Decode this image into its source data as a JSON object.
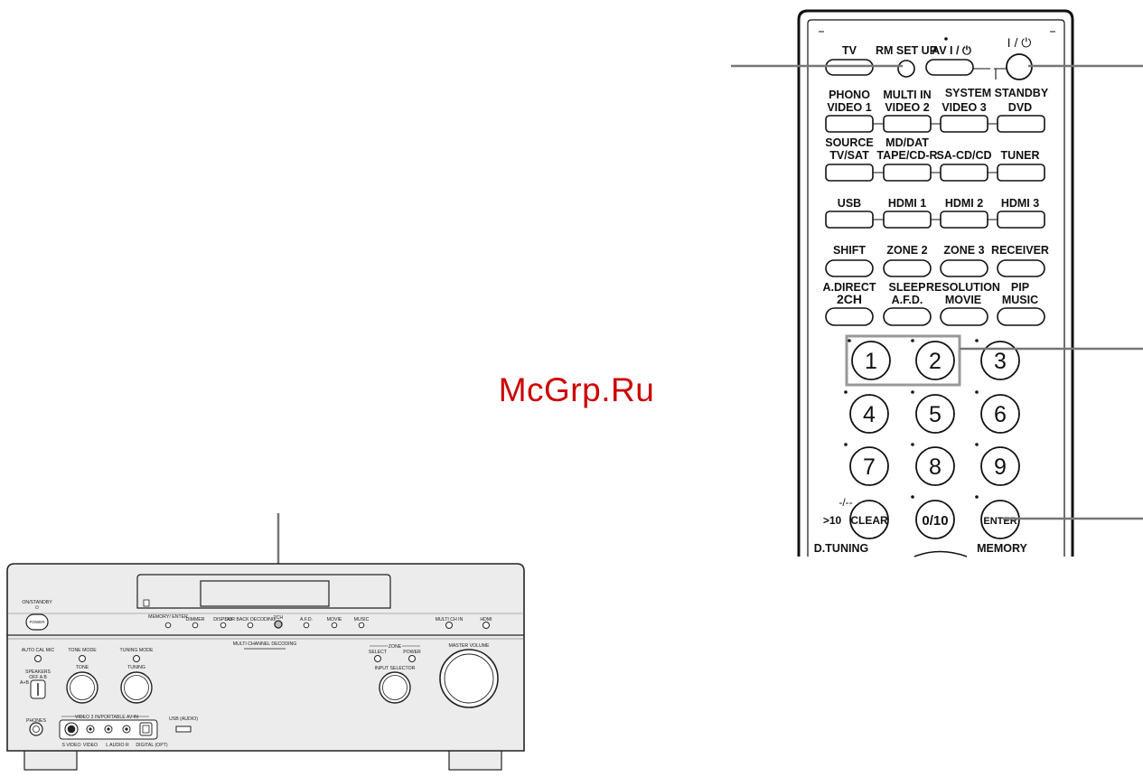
{
  "watermark": "McGrp.Ru",
  "remote": {
    "row1": {
      "tv": "TV",
      "rm_setup": "RM SET UP",
      "av_power": "AV I / ⏻",
      "power": "I / ⏻"
    },
    "system_standby": "SYSTEM STANDBY",
    "row2": [
      {
        "top": "PHONO",
        "label": "VIDEO 1"
      },
      {
        "top": "MULTI IN",
        "label": "VIDEO 2"
      },
      {
        "top": "",
        "label": "VIDEO 3"
      },
      {
        "top": "",
        "label": "DVD"
      }
    ],
    "row3": [
      {
        "top": "SOURCE",
        "label": "TV/SAT"
      },
      {
        "top": "MD/DAT",
        "label": "TAPE/CD-R"
      },
      {
        "top": "",
        "label": "SA-CD/CD"
      },
      {
        "top": "",
        "label": "TUNER"
      }
    ],
    "row4": [
      "USB",
      "HDMI 1",
      "HDMI 2",
      "HDMI 3"
    ],
    "row5": [
      "SHIFT",
      "ZONE 2",
      "ZONE 3",
      "RECEIVER"
    ],
    "row6": [
      {
        "top": "A.DIRECT",
        "label": "2CH"
      },
      {
        "top": "SLEEP",
        "label": "A.F.D."
      },
      {
        "top": "RESOLUTION",
        "label": "MOVIE"
      },
      {
        "top": "PIP",
        "label": "MUSIC"
      }
    ],
    "numbers": [
      "1",
      "2",
      "3",
      "4",
      "5",
      "6",
      "7",
      "8",
      "9"
    ],
    "clear_top": "-/--",
    "gt10": ">10",
    "clear": "CLEAR",
    "zero_ten": "0/10",
    "enter": "ENTER",
    "d_tuning": "D.TUNING",
    "memory": "MEMORY"
  },
  "receiver": {
    "on_standby": "ON/STANDBY",
    "power": "POWER",
    "memory_enter": "MEMORY/ ENTER",
    "dimmer": "DIMMER",
    "display": "DISPLAY",
    "sur_back": "SUR BACK DECODING",
    "two_ch": "2CH",
    "afd": "A.F.D.",
    "movie": "MOVIE",
    "music": "MUSIC",
    "multi_ch_in": "MULTI CH IN",
    "hdmi": "HDMI",
    "multi_channel_decoding": "MULTI CHANNEL DECODING",
    "auto_cal_mic": "AUTO CAL MIC",
    "tone_mode": "TONE MODE",
    "tuning_mode": "TUNING MODE",
    "speakers": "SPEAKERS",
    "speakers_opts": "OFF  A  B",
    "speakers_ab": "A+B",
    "tone": "TONE",
    "tuning": "TUNING",
    "zone": "ZONE",
    "select": "SELECT",
    "zone_power": "POWER",
    "input_selector": "INPUT SELECTOR",
    "master_volume": "MASTER VOLUME",
    "phones": "PHONES",
    "video3_in": "VIDEO 3 IN/PORTABLE AV IN",
    "s_video": "S VIDEO",
    "video": "VIDEO",
    "l_audio_r": "L  AUDIO  R",
    "digital_opt": "DIGITAL (OPT)",
    "usb_audio": "USB (AUDIO)"
  }
}
